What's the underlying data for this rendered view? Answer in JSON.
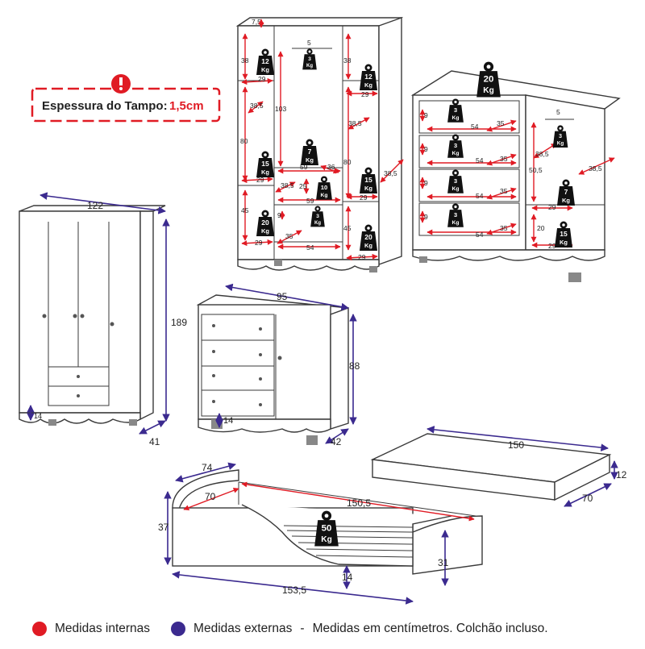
{
  "warning": {
    "label": "Espessura do Tampo:",
    "value": "1,5cm",
    "icon": "exclamation-icon",
    "color": "#e01b24"
  },
  "legend": {
    "internal": {
      "label": "Medidas internas",
      "color": "#e01b24"
    },
    "external": {
      "label": "Medidas externas",
      "color": "#3b2a8f"
    },
    "separator": "-",
    "note": "Medidas em centímetros. Colchão incluso."
  },
  "wardrobe_ext": {
    "width": "122",
    "height": "189",
    "depth": "41",
    "foot": "14"
  },
  "dresser_ext": {
    "width": "95",
    "height": "88",
    "depth": "42",
    "foot": "14"
  },
  "mattress": {
    "length": "150",
    "height": "12",
    "width": "70"
  },
  "bed": {
    "depth": "74",
    "inner_width": "70",
    "inner_length": "150,5",
    "height": "37",
    "front": "31",
    "gap": "14",
    "length": "153,5"
  },
  "wardrobe_int": {
    "top": "7,5",
    "shelf_left_h": "38",
    "shelf_left_w": "29",
    "left_section_h": "38,5",
    "left_column_h": "80",
    "left_lower_w": "29",
    "left_bottom_h": "45",
    "left_bottom_w": "29",
    "rail_gap": "5",
    "center_h": "103",
    "center_w": "59",
    "center_drawer_d": "36",
    "drawer_depth": "38,5",
    "drawer_h": "25",
    "drawer_w": "59",
    "drawer2_h": "9",
    "drawer2_w": "35",
    "drawer2_l": "54",
    "right_top_h": "38",
    "right_top_w": "29",
    "right_mid_h": "38,5",
    "right_col_h": "80",
    "right_lower_w": "29",
    "right_bottom_h": "45",
    "right_bottom_w": "29",
    "side_depth": "38,5"
  },
  "dresser_int": {
    "drawer_h": "9",
    "drawer_w": "54",
    "drawer_d": "35",
    "rail_gap": "5",
    "shelf_d": "38,5",
    "section_h": "50,5",
    "shelf_w": "29",
    "bottom_h": "20",
    "bottom_w": "29",
    "side_depth": "38,5"
  },
  "weights": {
    "w12a": [
      "12",
      "Kg"
    ],
    "w12b": [
      "12",
      "Kg"
    ],
    "w3top": [
      "3",
      "Kg"
    ],
    "w7": [
      "7",
      "Kg"
    ],
    "w15a": [
      "15",
      "Kg"
    ],
    "w15b": [
      "15",
      "Kg"
    ],
    "w10": [
      "10",
      "Kg"
    ],
    "w3mid": [
      "3",
      "Kg"
    ],
    "w20a": [
      "20",
      "Kg"
    ],
    "w20b": [
      "20",
      "Kg"
    ],
    "w20top": [
      "20",
      "Kg"
    ],
    "d3a": [
      "3",
      "Kg"
    ],
    "d3b": [
      "3",
      "Kg"
    ],
    "d3c": [
      "3",
      "Kg"
    ],
    "d3d": [
      "3",
      "Kg"
    ],
    "d3rail": [
      "3",
      "Kg"
    ],
    "d7": [
      "7",
      "Kg"
    ],
    "d15": [
      "15",
      "Kg"
    ],
    "bed50": [
      "50",
      "Kg"
    ]
  }
}
